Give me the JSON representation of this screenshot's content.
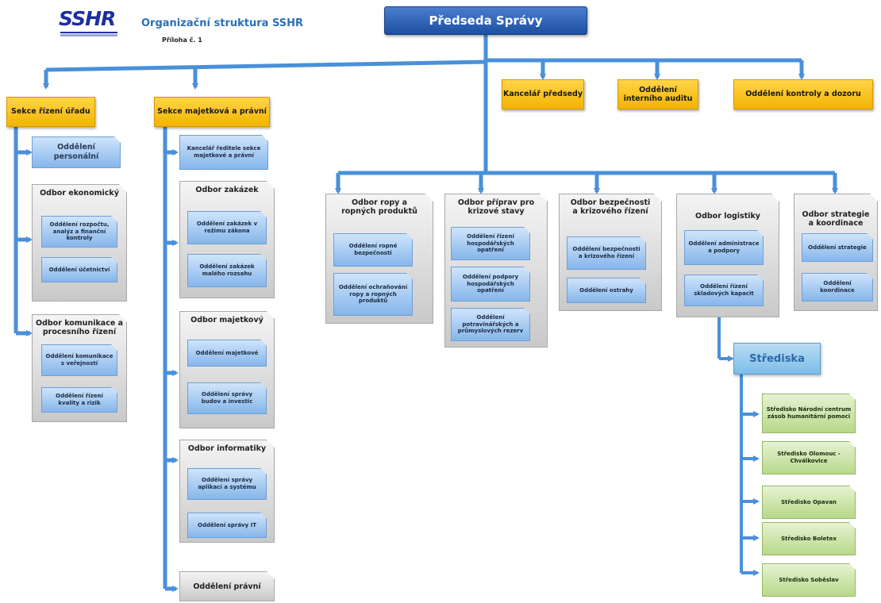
{
  "header": {
    "logo_text": "SSHR",
    "title": "Organizační struktura SSHR",
    "subtitle": "Příloha č. 1"
  },
  "top": {
    "label": "Předseda Správy"
  },
  "staff_units": [
    "Kancelář předsedy",
    "Oddělení interního auditu",
    "Oddělení kontroly a dozoru"
  ],
  "left_section": {
    "label": "Sekce řízení úřadu",
    "units": [
      {
        "title": "Oddělení personální",
        "children": []
      },
      {
        "title": "Odbor ekonomický",
        "children": [
          "Oddělení rozpočtu, analýz a finanční kontroly",
          "Oddělení účetnictví"
        ]
      },
      {
        "title": "Odbor komunikace a procesního řízení",
        "children": [
          "Oddělení komunikace s veřejností",
          "Oddělení řízení kvality a rizik"
        ]
      }
    ]
  },
  "property_section": {
    "label": "Sekce majetková a právní",
    "units": [
      {
        "title": "Kancelář ředitele sekce majetkové a právní",
        "children": []
      },
      {
        "title": "Odbor zakázek",
        "children": [
          "Oddělení zakázek v režimu zákona",
          "Oddělení zakázek malého rozsahu"
        ]
      },
      {
        "title": "Odbor majetkový",
        "children": [
          "Oddělení majetkové",
          "Oddělení správy budov a investic"
        ]
      },
      {
        "title": "Odbor informatiky",
        "children": [
          "Oddělení správy aplikací a systému",
          "Oddělení správy IT"
        ]
      },
      {
        "title": "Oddělení právní",
        "children": []
      }
    ]
  },
  "departments": [
    {
      "title": "Odbor ropy a ropných produktů",
      "children": [
        "Oddělení ropné bezpečnosti",
        "Oddělení ochraňování ropy a ropných produktů"
      ]
    },
    {
      "title": "Odbor příprav pro krizové stavy",
      "children": [
        "Oddělení řízení hospodářských opatření",
        "Oddělení podpory hospodářských opatření",
        "Oddělení potravinářských a průmyslových rezerv"
      ]
    },
    {
      "title": "Odbor bezpečnosti a krizového řízení",
      "children": [
        "Oddělení bezpečnosti a krizového řízení",
        "Oddělení ostrahy"
      ]
    },
    {
      "title": "Odbor logistiky",
      "children": [
        "Oddělení administrace a podpory",
        "Oddělení řízení skladových kapacit"
      ]
    },
    {
      "title": "Odbor strategie a koordinace",
      "children": [
        "Oddělení strategie",
        "Oddělení koordinace"
      ]
    }
  ],
  "centers": {
    "label": "Střediska",
    "items": [
      "Středisko Národní centrum zásob humanitární pomoci",
      "Středisko Olomouc - Chválkovice",
      "Středisko Opavan",
      "Středisko Boletex",
      "Středisko Soběslav"
    ]
  },
  "colors": {
    "connector": "#4a90d9",
    "top_box": "#1d4fa0",
    "section_box": "#f4b400",
    "title_text": "#2c6fb6"
  }
}
